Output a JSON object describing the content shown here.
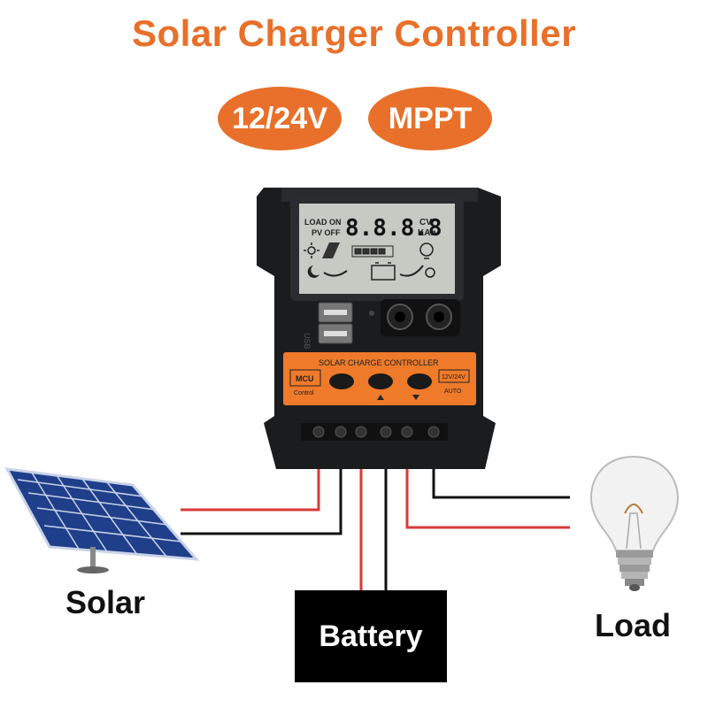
{
  "title": "Solar Charger Controller",
  "badges": {
    "voltage": "12/24V",
    "mode": "MPPT"
  },
  "lcd": {
    "load_on": "LOAD ON",
    "pv_off": "PV OFF",
    "digits": "8.8.8.8",
    "unit_top": "CV",
    "unit_bottom": "KAh"
  },
  "device": {
    "panel_label": "SOLAR CHARGE CONTROLLER",
    "mcu_label": "MCU",
    "mcu_sub": "Control",
    "auto_label": "12V/24V",
    "auto_sub": "AUTO",
    "usb_label": "USB"
  },
  "labels": {
    "solar": "Solar",
    "battery": "Battery",
    "load": "Load"
  },
  "colors": {
    "accent": "#E8702A",
    "red_wire": "#D93A3A",
    "black_wire": "#111111",
    "housing": "#1b1c1e"
  }
}
